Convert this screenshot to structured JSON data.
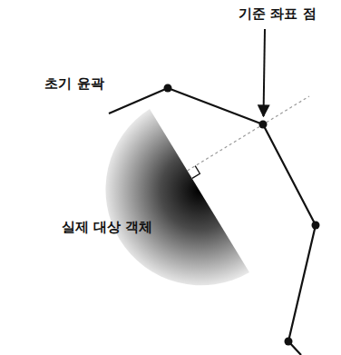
{
  "diagram": {
    "nodes": [
      {
        "text": [
          "실제 대상 객체"
        ]
      }
    ],
    "labels": [
      "기준 좌표 점",
      "초기 윤곽"
    ]
  }
}
